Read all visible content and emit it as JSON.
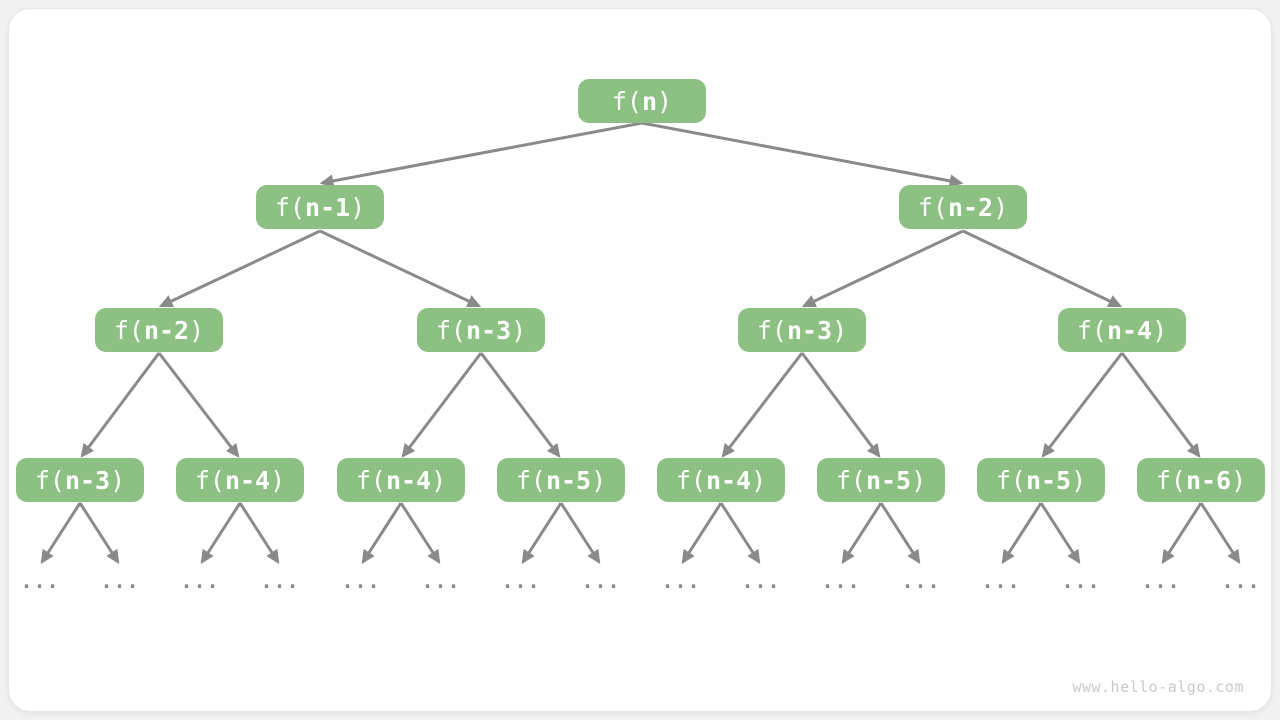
{
  "colors": {
    "page_bg": "#f1f1f1",
    "card_bg": "#ffffff",
    "node_bg": "#8dc183",
    "node_text": "#ffffff",
    "edge": "#8a8a8a",
    "ellipsis_color": "#8a8a8a",
    "watermark_color": "#c9c9c9"
  },
  "page": {
    "watermark": "www.hello-algo.com"
  },
  "tree": {
    "type": "recursion-tree",
    "ellipsis": "...",
    "nodes": [
      {
        "label": "f(n)",
        "open": "f(",
        "arg": "n",
        "close": ")"
      },
      {
        "label": "f(n-1)",
        "open": "f(",
        "arg": "n-1",
        "close": ")"
      },
      {
        "label": "f(n-2)",
        "open": "f(",
        "arg": "n-2",
        "close": ")"
      },
      {
        "label": "f(n-2)",
        "open": "f(",
        "arg": "n-2",
        "close": ")"
      },
      {
        "label": "f(n-3)",
        "open": "f(",
        "arg": "n-3",
        "close": ")"
      },
      {
        "label": "f(n-3)",
        "open": "f(",
        "arg": "n-3",
        "close": ")"
      },
      {
        "label": "f(n-4)",
        "open": "f(",
        "arg": "n-4",
        "close": ")"
      },
      {
        "label": "f(n-3)",
        "open": "f(",
        "arg": "n-3",
        "close": ")"
      },
      {
        "label": "f(n-4)",
        "open": "f(",
        "arg": "n-4",
        "close": ")"
      },
      {
        "label": "f(n-4)",
        "open": "f(",
        "arg": "n-4",
        "close": ")"
      },
      {
        "label": "f(n-5)",
        "open": "f(",
        "arg": "n-5",
        "close": ")"
      },
      {
        "label": "f(n-4)",
        "open": "f(",
        "arg": "n-4",
        "close": ")"
      },
      {
        "label": "f(n-5)",
        "open": "f(",
        "arg": "n-5",
        "close": ")"
      },
      {
        "label": "f(n-5)",
        "open": "f(",
        "arg": "n-5",
        "close": ")"
      },
      {
        "label": "f(n-6)",
        "open": "f(",
        "arg": "n-6",
        "close": ")"
      }
    ],
    "edges": [
      [
        642,
        123,
        322,
        183
      ],
      [
        642,
        123,
        961,
        183
      ],
      [
        320,
        231,
        161,
        306
      ],
      [
        320,
        231,
        479,
        306
      ],
      [
        963,
        231,
        804,
        306
      ],
      [
        963,
        231,
        1120,
        306
      ],
      [
        159,
        353,
        82,
        456
      ],
      [
        159,
        353,
        238,
        456
      ],
      [
        481,
        353,
        403,
        456
      ],
      [
        481,
        353,
        559,
        456
      ],
      [
        802,
        353,
        723,
        456
      ],
      [
        802,
        353,
        879,
        456
      ],
      [
        1122,
        353,
        1043,
        456
      ],
      [
        1122,
        353,
        1199,
        456
      ],
      [
        80,
        503,
        42,
        562
      ],
      [
        80,
        503,
        118,
        562
      ],
      [
        240,
        503,
        202,
        562
      ],
      [
        240,
        503,
        278,
        562
      ],
      [
        401,
        503,
        363,
        562
      ],
      [
        401,
        503,
        439,
        562
      ],
      [
        561,
        503,
        523,
        562
      ],
      [
        561,
        503,
        599,
        562
      ],
      [
        721,
        503,
        683,
        562
      ],
      [
        721,
        503,
        759,
        562
      ],
      [
        881,
        503,
        843,
        562
      ],
      [
        881,
        503,
        919,
        562
      ],
      [
        1041,
        503,
        1003,
        562
      ],
      [
        1041,
        503,
        1079,
        562
      ],
      [
        1201,
        503,
        1163,
        562
      ],
      [
        1201,
        503,
        1239,
        562
      ]
    ]
  }
}
